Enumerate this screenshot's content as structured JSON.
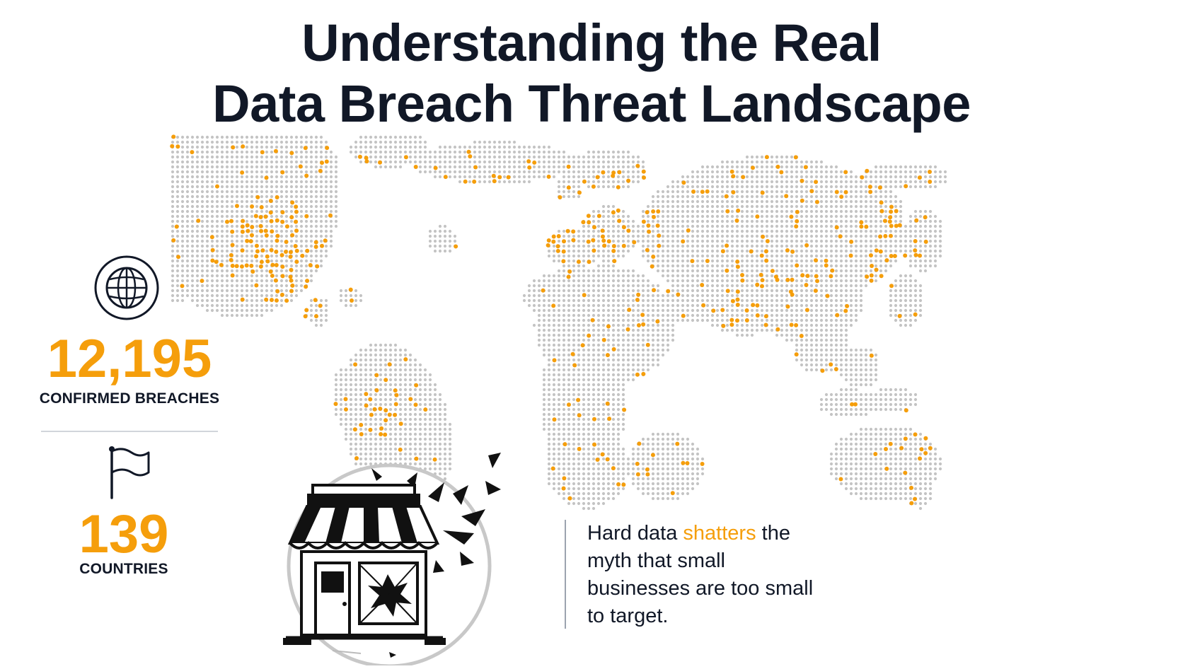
{
  "title": {
    "line1": "Understanding the Real",
    "line2": "Data Breach Threat Landscape"
  },
  "stats": {
    "breaches": {
      "value": "12,195",
      "label": "CONFIRMED BREACHES",
      "icon": "globe-icon"
    },
    "countries": {
      "value": "139",
      "label": "COUNTRIES",
      "icon": "flag-icon"
    }
  },
  "tagline": {
    "before": "Hard data ",
    "highlight": "shatters",
    "after": " the myth that small businesses are too small to target."
  },
  "illustration": {
    "icon": "shattered-storefront-icon"
  },
  "colors": {
    "accent": "#f59e0b",
    "map_land": "#c4c4c4",
    "text": "#111827"
  }
}
